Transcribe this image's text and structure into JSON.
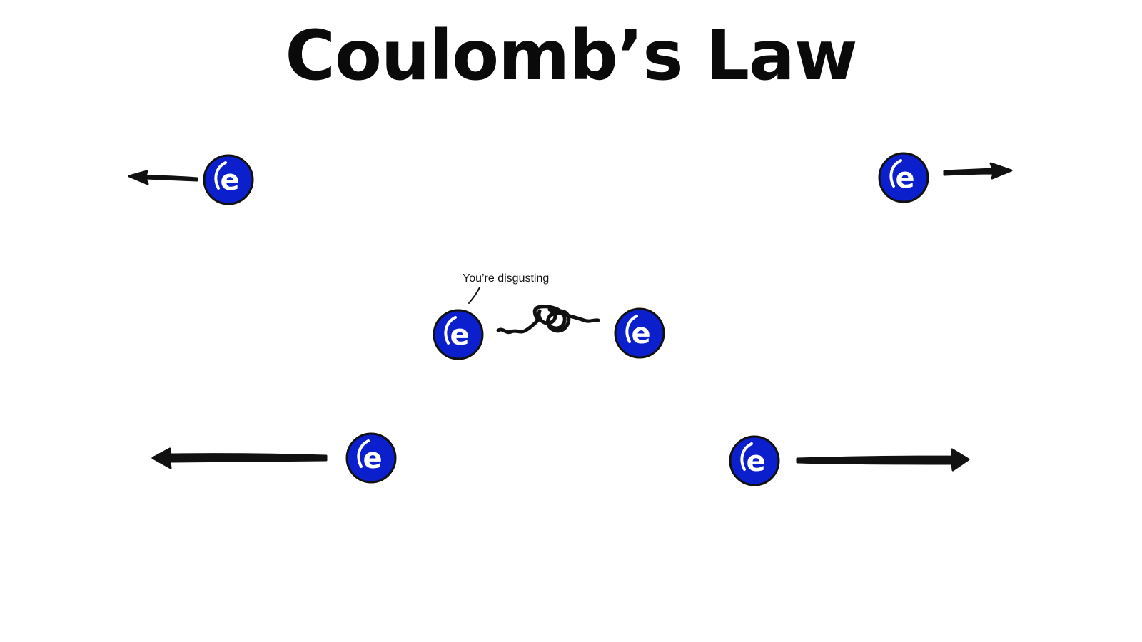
{
  "title": "Coulomb’s Law",
  "electron_label": "e",
  "speech_bubble_text": "You’re disgusting",
  "colors": {
    "electron_fill": "#0b1fcc",
    "electron_stroke": "#111111",
    "electron_highlight": "#ffffff",
    "arrow": "#111111",
    "title": "#0a0a0a"
  },
  "icons": {
    "electron": "electron-icon",
    "arrow_left": "arrow-left-icon",
    "arrow_right": "arrow-right-icon",
    "tangle": "scribble-tangle-icon"
  }
}
